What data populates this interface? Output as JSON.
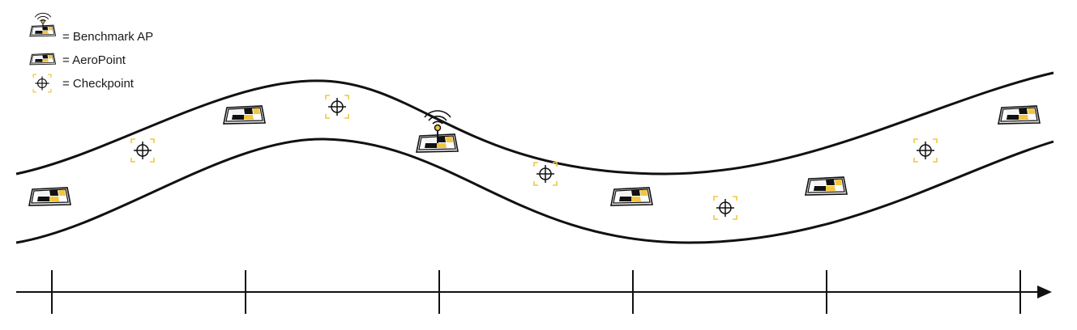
{
  "legend": {
    "items": [
      {
        "symbol": "benchmark-ap",
        "label": "= Benchmark AP"
      },
      {
        "symbol": "aeropoint",
        "label": "= AeroPoint"
      },
      {
        "symbol": "checkpoint",
        "label": "= Checkpoint"
      }
    ]
  },
  "colors": {
    "line": "#111111",
    "accent_yellow": "#f2c641",
    "pad_fill": "#ffffff",
    "pad_base": "#cfcfcf"
  },
  "icons": {
    "benchmark": "wifi-signal-icon",
    "aeropoint": "checkered-ground-marker-icon",
    "checkpoint": "crosshair-icon",
    "axis_end": "arrow-right-icon"
  },
  "axis": {
    "tick_count": 6
  }
}
